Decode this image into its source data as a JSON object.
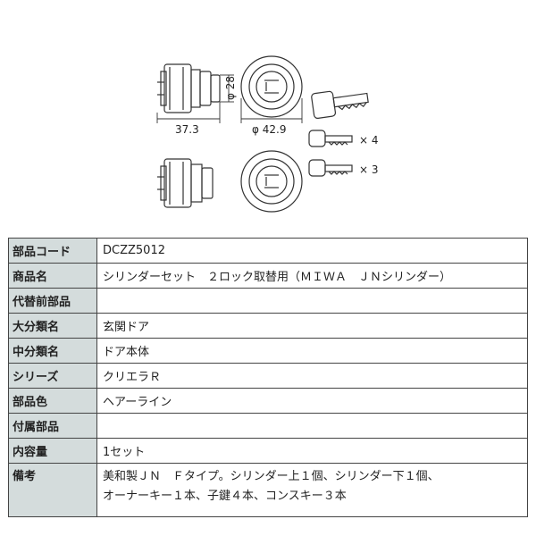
{
  "drawing": {
    "dim_length": "37.3",
    "dim_diameter_small": "φ 28",
    "dim_diameter_large": "φ 42.9",
    "qty_child_keys": "× 4",
    "qty_construction_keys": "× 3"
  },
  "spec_table": {
    "rows": [
      {
        "label": "部品コード",
        "value": "DCZZ5012"
      },
      {
        "label": "商品名",
        "value": "シリンダーセット　２ロック取替用（ＭＩＷＡ　ＪＮシリンダー）"
      },
      {
        "label": "代替前部品",
        "value": ""
      },
      {
        "label": "大分類名",
        "value": "玄関ドア"
      },
      {
        "label": "中分類名",
        "value": "ドア本体"
      },
      {
        "label": "シリーズ",
        "value": "クリエラＲ"
      },
      {
        "label": "部品色",
        "value": "ヘアーライン"
      },
      {
        "label": "付属部品",
        "value": ""
      },
      {
        "label": "内容量",
        "value": "1セット"
      },
      {
        "label": "備考",
        "value": "美和製ＪＮ　Ｆタイプ。シリンダー上１個、シリンダー下１個、",
        "value2": "オーナーキー１本、子鍵４本、コンスキー３本"
      }
    ]
  }
}
